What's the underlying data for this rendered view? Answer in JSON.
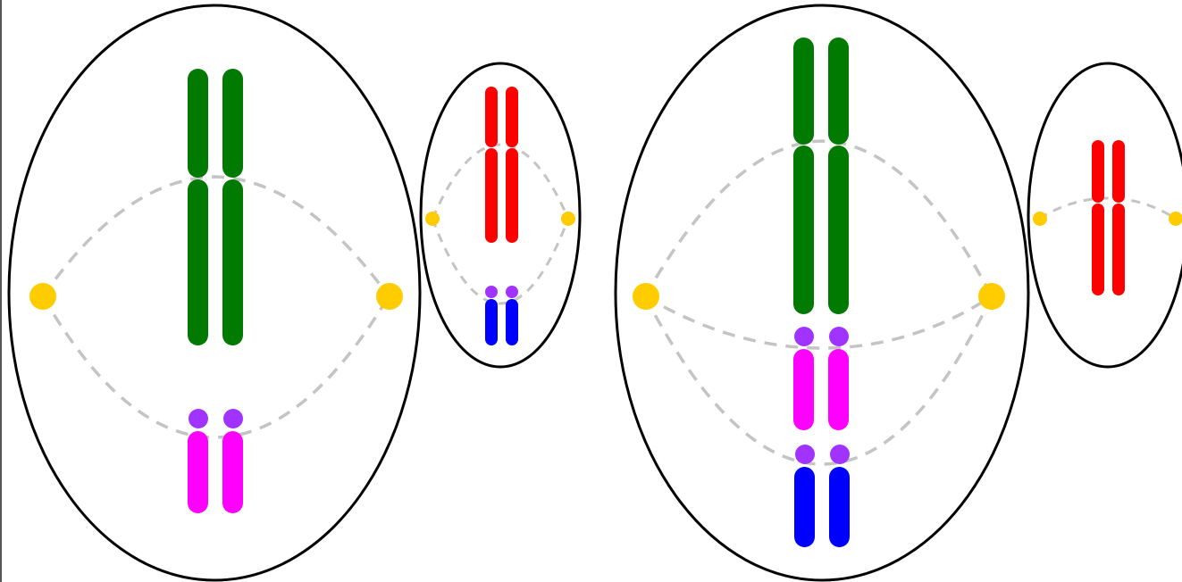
{
  "diagram": {
    "type": "cell-division-illustration",
    "text_labels": [],
    "colors": {
      "cell_outline": "#000000",
      "spindle_fiber": "#c4c4c4",
      "centrosome": "#ffcc00",
      "centromere_bead": "#a033ff",
      "chromosome_green": "#007a00",
      "chromosome_red": "#ff0000",
      "chromosome_magenta": "#ff00ff",
      "chromosome_blue": "#0000ff"
    },
    "cells": [
      {
        "name": "large-cell-1",
        "chromosomes": [
          {
            "color_key": "chromosome_green",
            "count": 2,
            "segmented": true
          },
          {
            "color_key": "chromosome_magenta",
            "count": 2,
            "has_bead": true
          }
        ]
      },
      {
        "name": "small-cell-1",
        "chromosomes": [
          {
            "color_key": "chromosome_red",
            "count": 2,
            "segmented": true
          },
          {
            "color_key": "chromosome_blue",
            "count": 2,
            "has_bead": true
          }
        ]
      },
      {
        "name": "large-cell-2",
        "chromosomes": [
          {
            "color_key": "chromosome_green",
            "count": 2,
            "segmented": true
          },
          {
            "color_key": "chromosome_magenta",
            "count": 2,
            "has_bead": true
          },
          {
            "color_key": "chromosome_blue",
            "count": 2,
            "has_bead": true
          }
        ]
      },
      {
        "name": "small-cell-2",
        "chromosomes": [
          {
            "color_key": "chromosome_red",
            "count": 2,
            "segmented": true
          }
        ]
      }
    ]
  }
}
